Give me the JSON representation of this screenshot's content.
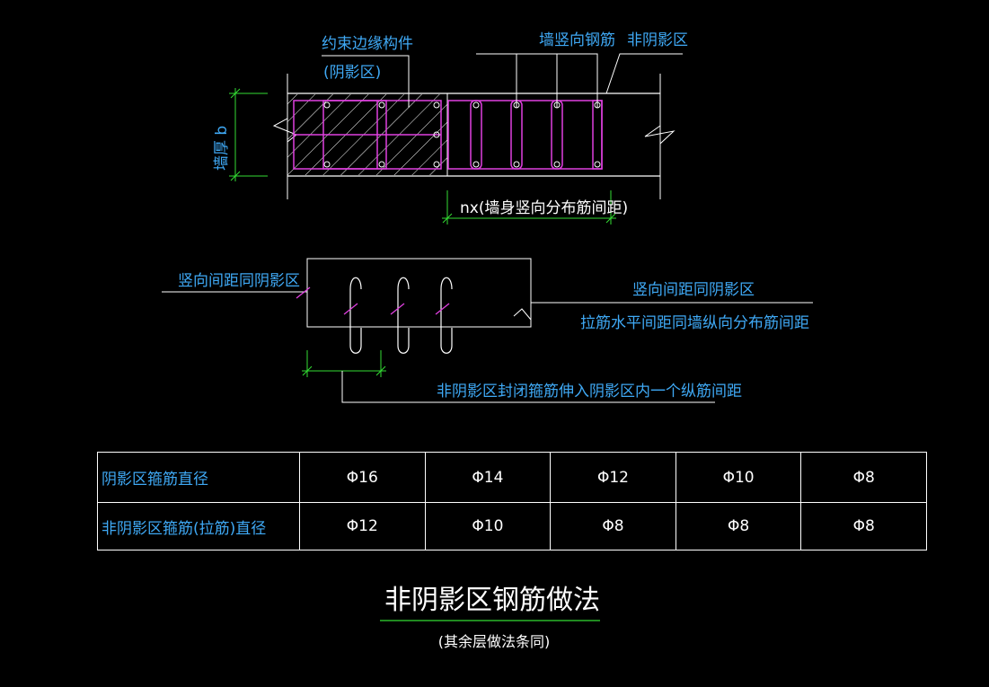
{
  "top_diagram": {
    "label_boundary_member": "约束边缘构件",
    "label_shadow_zone": "(阴影区)",
    "label_wall_vertical_bar": "墙竖向钢筋",
    "label_non_shadow_zone": "非阴影区",
    "label_wall_thickness": "墙厚 b",
    "label_spacing": "nx(墙身竖向分布筋间距)"
  },
  "middle_diagram": {
    "label_left_vertical": "竖向间距同阴影区",
    "label_right_vertical": "竖向间距同阴影区",
    "label_tie_horizontal": "拉筋水平间距同墙纵向分布筋间距",
    "label_extension": "非阴影区封闭箍筋伸入阴影区内一个纵筋间距"
  },
  "table": {
    "rows": [
      {
        "header": "阴影区箍筋直径",
        "cells": [
          "Φ16",
          "Φ14",
          "Φ12",
          "Φ10",
          "Φ8"
        ]
      },
      {
        "header": "非阴影区箍筋(拉筋)直径",
        "cells": [
          "Φ12",
          "Φ10",
          "Φ8",
          "Φ8",
          "Φ8"
        ]
      }
    ]
  },
  "title": {
    "main": "非阴影区钢筋做法",
    "sub": "(其余层做法条同)"
  },
  "colors": {
    "background": "#000000",
    "line": "#ffffff",
    "label": "#3fa9f5",
    "rebar": "#e040e0",
    "dimension": "#33dd33"
  }
}
